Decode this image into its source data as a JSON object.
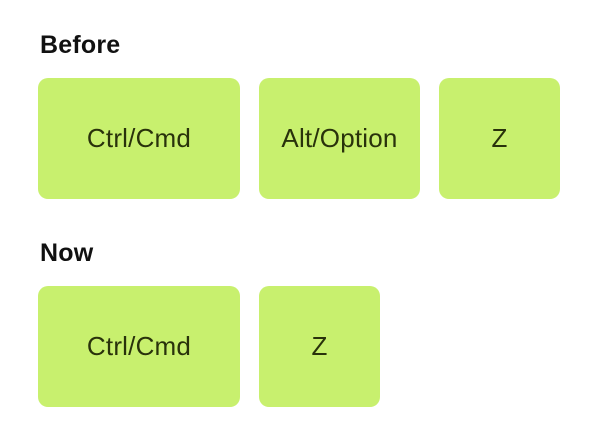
{
  "colors": {
    "key_bg": "#c8f06e",
    "key_text": "#29320b",
    "label_text": "#111111",
    "page_bg": "#ffffff"
  },
  "sections": [
    {
      "label": "Before",
      "keys": [
        {
          "label": "Ctrl/Cmd"
        },
        {
          "label": "Alt/Option"
        },
        {
          "label": "Z"
        }
      ]
    },
    {
      "label": "Now",
      "keys": [
        {
          "label": "Ctrl/Cmd"
        },
        {
          "label": "Z"
        }
      ]
    }
  ]
}
